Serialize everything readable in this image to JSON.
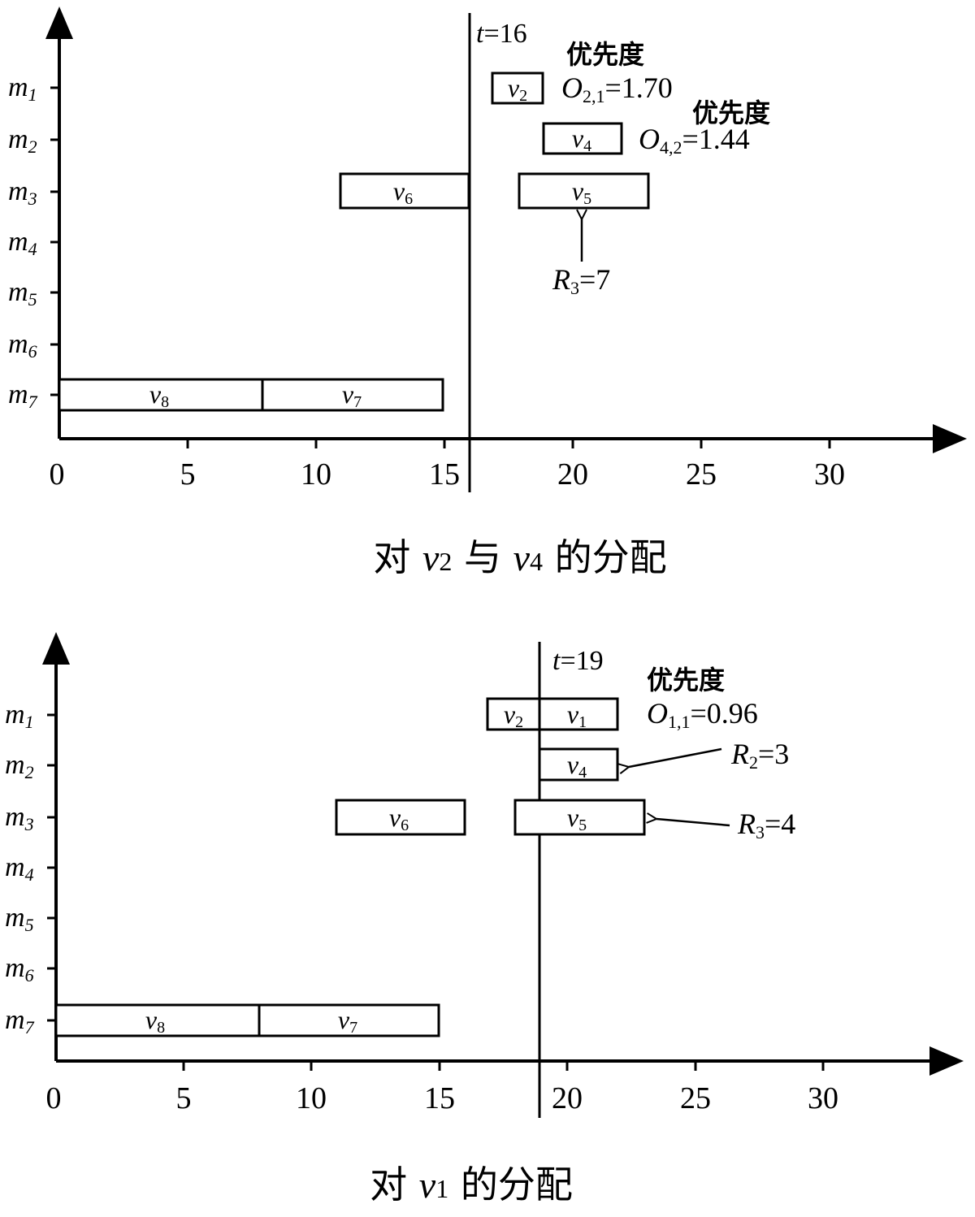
{
  "panels": [
    {
      "caption": {
        "prefix": "对 ",
        "v_a": "v",
        "sub_a": "2",
        "mid": " 与 ",
        "v_b": "v",
        "sub_b": "4",
        "suffix": " 的分配"
      },
      "machines": [
        "m1",
        "m2",
        "m3",
        "m4",
        "m5",
        "m6",
        "m7"
      ],
      "x_ticks": [
        "0",
        "5",
        "10",
        "15",
        "20",
        "25",
        "30"
      ],
      "time_marker": {
        "label_var": "t",
        "label_val": "=16",
        "value": 16
      },
      "tasks": [
        {
          "name": "v2",
          "base": "v",
          "sub": "2",
          "machine": 1,
          "start": 17,
          "end": 18.2
        },
        {
          "name": "v4",
          "base": "v",
          "sub": "4",
          "machine": 2,
          "start": 19,
          "end": 22
        },
        {
          "name": "v6",
          "base": "v",
          "sub": "6",
          "machine": 3,
          "start": 11,
          "end": 16
        },
        {
          "name": "v5",
          "base": "v",
          "sub": "5",
          "machine": 3,
          "start": 18,
          "end": 23
        },
        {
          "name": "v8",
          "base": "v",
          "sub": "8",
          "machine": 7,
          "start": 0,
          "end": 8
        },
        {
          "name": "v7",
          "base": "v",
          "sub": "7",
          "machine": 7,
          "start": 8,
          "end": 15
        }
      ],
      "annotations": [
        {
          "heading": "优先度",
          "var": "O",
          "sub": "2,1",
          "val": "=1.70"
        },
        {
          "heading": "优先度",
          "var": "O",
          "sub": "4,2",
          "val": "=1.44"
        },
        {
          "var": "R",
          "sub": "3",
          "val": "=7"
        }
      ]
    },
    {
      "caption": {
        "prefix": "对 ",
        "v_a": "v",
        "sub_a": "1",
        "suffix": " 的分配"
      },
      "machines": [
        "m1",
        "m2",
        "m3",
        "m4",
        "m5",
        "m6",
        "m7"
      ],
      "x_ticks": [
        "0",
        "5",
        "10",
        "15",
        "20",
        "25",
        "30"
      ],
      "time_marker": {
        "label_var": "t",
        "label_val": "=19",
        "value": 19
      },
      "tasks": [
        {
          "name": "v2",
          "base": "v",
          "sub": "2",
          "machine": 1,
          "start": 17,
          "end": 19
        },
        {
          "name": "v1",
          "base": "v",
          "sub": "1",
          "machine": 1,
          "start": 19,
          "end": 22
        },
        {
          "name": "v4",
          "base": "v",
          "sub": "4",
          "machine": 2,
          "start": 19,
          "end": 22
        },
        {
          "name": "v6",
          "base": "v",
          "sub": "6",
          "machine": 3,
          "start": 11,
          "end": 16
        },
        {
          "name": "v5",
          "base": "v",
          "sub": "5",
          "machine": 3,
          "start": 18,
          "end": 23
        },
        {
          "name": "v8",
          "base": "v",
          "sub": "8",
          "machine": 7,
          "start": 0,
          "end": 8
        },
        {
          "name": "v7",
          "base": "v",
          "sub": "7",
          "machine": 7,
          "start": 8,
          "end": 15
        }
      ],
      "annotations": [
        {
          "heading": "优先度",
          "var": "O",
          "sub": "1,1",
          "val": "=0.96"
        },
        {
          "var": "R",
          "sub": "2",
          "val": "=3"
        },
        {
          "var": "R",
          "sub": "3",
          "val": "=4"
        }
      ]
    }
  ]
}
